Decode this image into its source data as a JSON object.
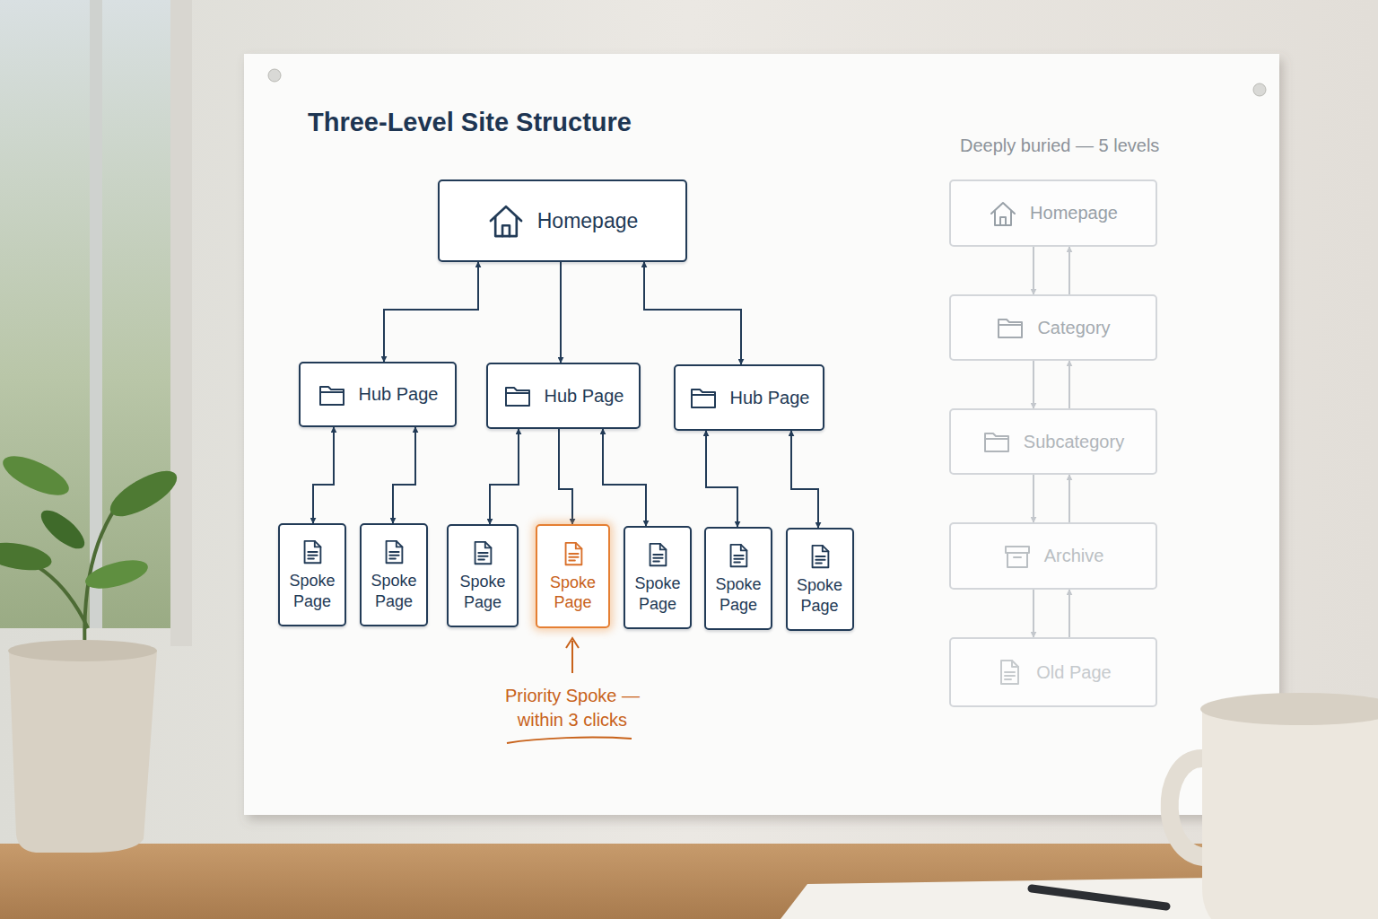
{
  "diagram": {
    "title": "Three-Level Site Structure",
    "nodes": [
      {
        "text": [
          "Homepage"
        ]
      },
      {
        "text": [
          "Hub Page"
        ]
      },
      {
        "text": [
          "Hub Page"
        ]
      },
      {
        "text": [
          "Hub Page"
        ]
      },
      {
        "text": [
          "Spoke Page"
        ]
      },
      {
        "text": [
          "Spoke Page"
        ]
      },
      {
        "text": [
          "Spoke Page"
        ]
      },
      {
        "text": [
          "Spoke Page"
        ]
      },
      {
        "text": [
          "Spoke Page"
        ]
      },
      {
        "text": [
          "Spoke Page"
        ]
      },
      {
        "text": [
          "Spoke Page"
        ]
      },
      {
        "text": [
          "Homepage"
        ]
      },
      {
        "text": [
          "Category"
        ]
      },
      {
        "text": [
          "Subcategory"
        ]
      },
      {
        "text": [
          "Archive"
        ]
      },
      {
        "text": [
          "Old Page"
        ]
      }
    ],
    "edges": [
      {
        "from": 0,
        "to": 1,
        "arrow": "both"
      },
      {
        "from": 0,
        "to": 2,
        "arrow": "to"
      },
      {
        "from": 0,
        "to": 3,
        "arrow": "both"
      },
      {
        "from": 1,
        "to": 4,
        "arrow": "both"
      },
      {
        "from": 1,
        "to": 5,
        "arrow": "both"
      },
      {
        "from": 2,
        "to": 6,
        "arrow": "both"
      },
      {
        "from": 2,
        "to": 7,
        "arrow": "to"
      },
      {
        "from": 2,
        "to": 8,
        "arrow": "both"
      },
      {
        "from": 3,
        "to": 9,
        "arrow": "both"
      },
      {
        "from": 3,
        "to": 10,
        "arrow": "both"
      },
      {
        "from": 11,
        "to": 12,
        "arrow": "to"
      },
      {
        "from": 12,
        "to": 11,
        "arrow": "to"
      },
      {
        "from": 12,
        "to": 13,
        "arrow": "to"
      },
      {
        "from": 13,
        "to": 12,
        "arrow": "to"
      },
      {
        "from": 13,
        "to": 14,
        "arrow": "to"
      },
      {
        "from": 14,
        "to": 13,
        "arrow": "to"
      },
      {
        "from": 14,
        "to": 15,
        "arrow": "to"
      },
      {
        "from": 15,
        "to": 14,
        "arrow": "to"
      }
    ],
    "labels": [
      "Priority Spoke — within 3 clicks",
      "Deeply buried — 5 levels"
    ]
  }
}
